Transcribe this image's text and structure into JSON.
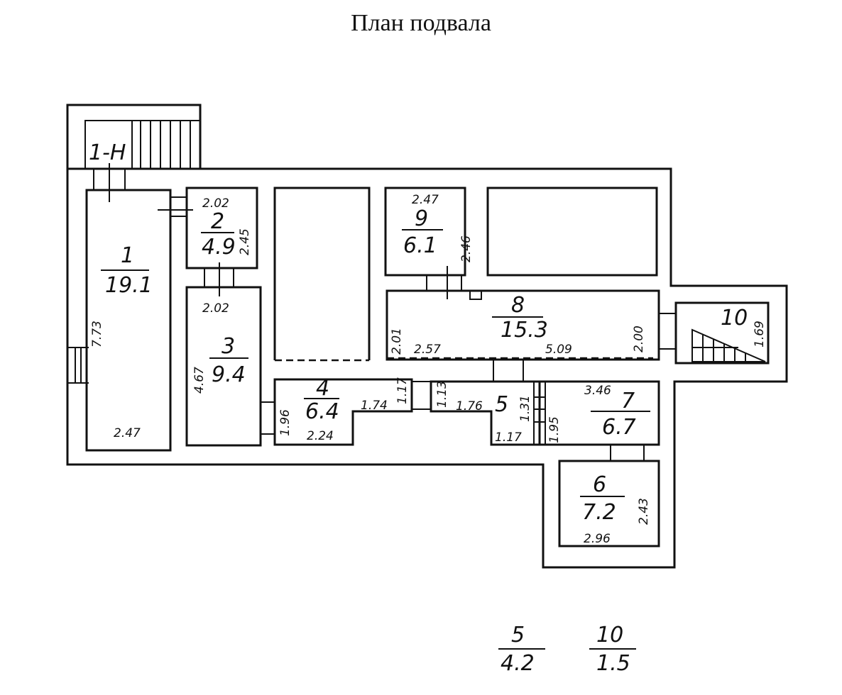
{
  "title": "План подвала",
  "entrance_label": "1-Н",
  "rooms": [
    {
      "number": "1",
      "area": "19.1",
      "dims": [
        "7.73",
        "2.47"
      ]
    },
    {
      "number": "2",
      "area": "4.9",
      "dims": [
        "2.02",
        "2.45"
      ]
    },
    {
      "number": "3",
      "area": "9.4",
      "dims": [
        "2.02",
        "4.67"
      ]
    },
    {
      "number": "4",
      "area": "6.4",
      "dims": [
        "1.96",
        "2.24",
        "1.74",
        "1.17"
      ]
    },
    {
      "number": "5",
      "area": "4.2",
      "dims": [
        "1.13",
        "1.76",
        "1.31",
        "1.17"
      ]
    },
    {
      "number": "6",
      "area": "7.2",
      "dims": [
        "2.43",
        "2.96"
      ]
    },
    {
      "number": "7",
      "area": "6.7",
      "dims": [
        "3.46",
        "1.95"
      ]
    },
    {
      "number": "8",
      "area": "15.3",
      "dims": [
        "2.01",
        "2.57",
        "5.09",
        "2.00"
      ]
    },
    {
      "number": "9",
      "area": "6.1",
      "dims": [
        "2.47",
        "2.46"
      ]
    },
    {
      "number": "10",
      "area": "1.5",
      "dims": [
        "1.69"
      ]
    }
  ]
}
